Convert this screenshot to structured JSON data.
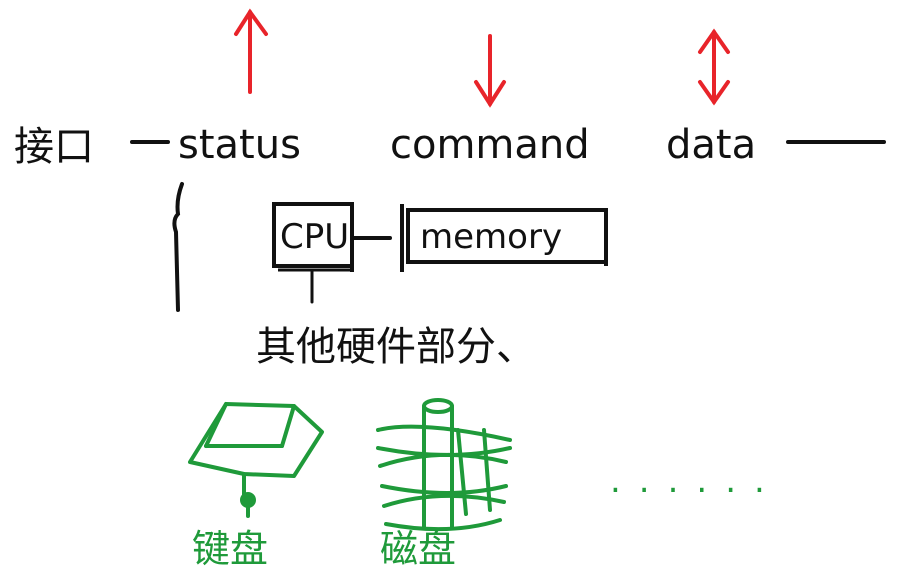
{
  "colors": {
    "ink": "#111111",
    "red": "#e8242a",
    "green": "#1f9a3a",
    "background": "#ffffff"
  },
  "interface": {
    "label": "接口",
    "registers": [
      {
        "label": "status",
        "arrow": "up"
      },
      {
        "label": "command",
        "arrow": "down"
      },
      {
        "label": "data",
        "arrow": "both"
      }
    ]
  },
  "hardware": {
    "cpu_label": "CPU",
    "memory_label": "memory",
    "other_label": "其他硬件部分、"
  },
  "devices": [
    {
      "label": "键盘",
      "icon": "keyboard-icon"
    },
    {
      "label": "磁盘",
      "icon": "disk-icon"
    }
  ],
  "more_devices": "......"
}
